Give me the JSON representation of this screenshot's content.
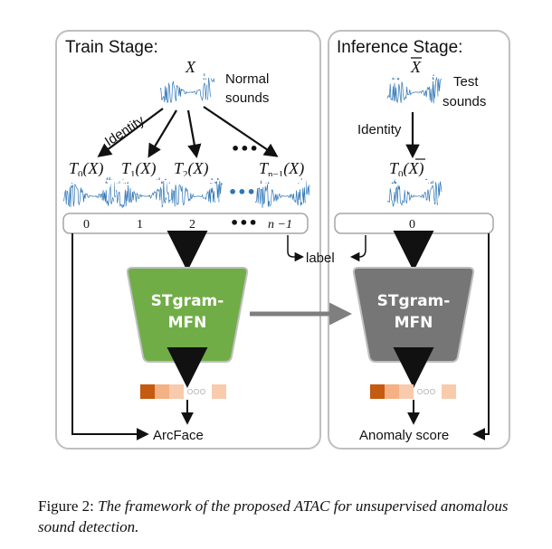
{
  "train_stage": {
    "title": "Train Stage:",
    "input_symbol": "X",
    "input_label_line1": "Normal",
    "input_label_line2": "sounds",
    "edge_label": "Identity",
    "transforms": [
      {
        "base": "T",
        "sub": "0",
        "arg": "(X)"
      },
      {
        "base": "T",
        "sub": "1",
        "arg": "(X)"
      },
      {
        "base": "T",
        "sub": "2",
        "arg": "(X)"
      },
      {
        "base": "T",
        "sub": "n−1",
        "arg": "(X)"
      }
    ],
    "ellipsis": "•••",
    "indices": [
      "0",
      "1",
      "2",
      "•••",
      "n −1"
    ],
    "network_line1": "STgram-",
    "network_line2": "MFN",
    "network_color": "#70ad47",
    "loss_label": "ArcFace"
  },
  "inference_stage": {
    "title": "Inference Stage:",
    "input_symbol": "X",
    "input_label_line1": "Test",
    "input_label_line2": "sounds",
    "edge_label": "Identity",
    "transform": {
      "base": "T",
      "sub": "0",
      "arg": "(X)"
    },
    "index": "0",
    "network_line1": "STgram-",
    "network_line2": "MFN",
    "network_color": "#767676",
    "output_label": "Anomaly score"
  },
  "shared": {
    "label_text": "label",
    "waveform_color": "#2e75b6",
    "embedding_colors": [
      "#c55a11",
      "#f4b183",
      "#f8cbad",
      "#f8cbad"
    ],
    "panel_border_color": "#bfbfbf"
  },
  "caption": {
    "prefix": "Figure 2:",
    "text": "The framework of the proposed ATAC for unsupervised anomalous sound detection."
  }
}
